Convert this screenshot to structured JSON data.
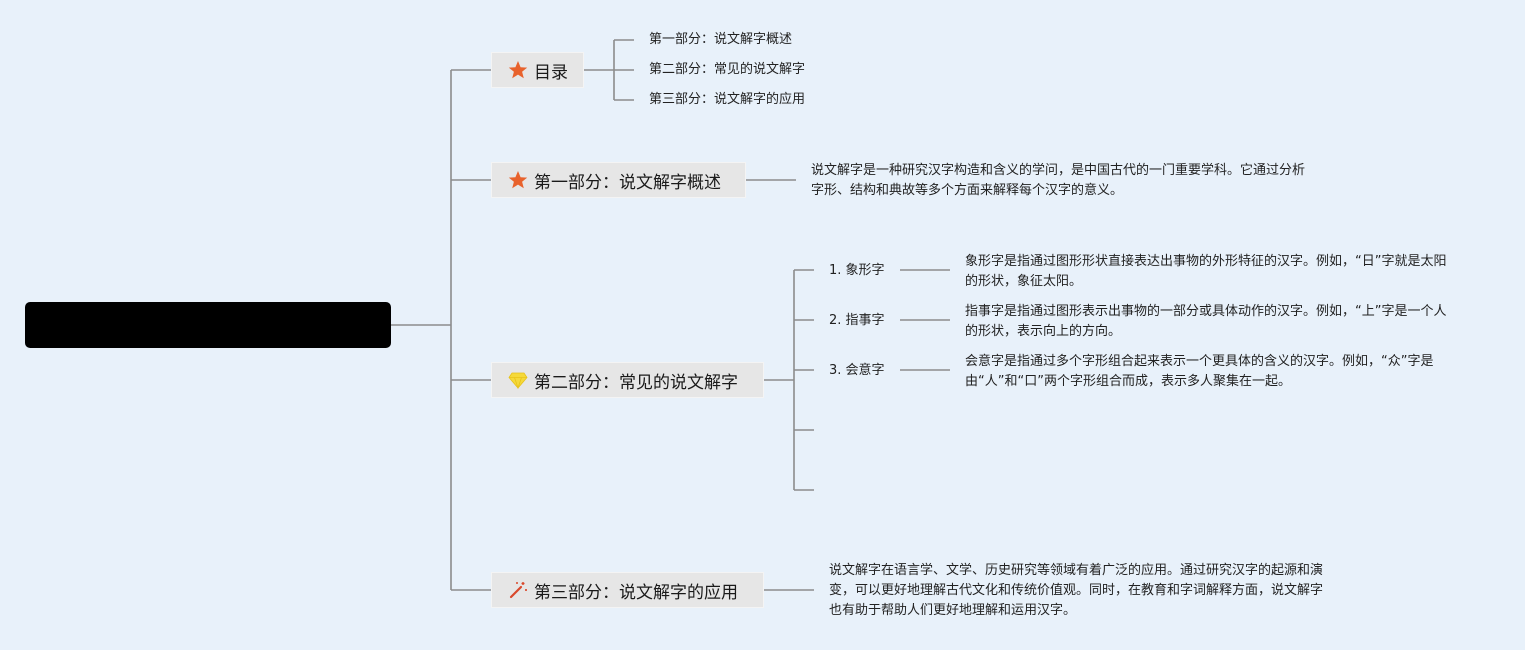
{
  "root": {
    "label": ""
  },
  "toc": {
    "label": "目录",
    "icon": "star-icon",
    "items": [
      "第一部分：说文解字概述",
      "第二部分：常见的说文解字",
      "第三部分：说文解字的应用"
    ]
  },
  "part1": {
    "label": "第一部分：说文解字概述",
    "icon": "star-icon",
    "desc": "说文解字是一种研究汉字构造和含义的学问，是中国古代的一门重要学科。它通过分析字形、结构和典故等多个方面来解释每个汉字的意义。"
  },
  "part2": {
    "label": "第二部分：常见的说文解字",
    "icon": "diamond-icon",
    "items": [
      {
        "label": "1. 象形字",
        "desc": "象形字是指通过图形形状直接表达出事物的外形特征的汉字。例如，“日”字就是太阳的形状，象征太阳。"
      },
      {
        "label": "2. 指事字",
        "desc": "指事字是指通过图形表示出事物的一部分或具体动作的汉字。例如，“上”字是一个人的形状，表示向上的方向。"
      },
      {
        "label": "3. 会意字",
        "desc": "会意字是指通过多个字形组合起来表示一个更具体的含义的汉字。例如，“众”字是由“人”和“口”两个字形组合而成，表示多人聚集在一起。"
      }
    ]
  },
  "part3": {
    "label": "第三部分：说文解字的应用",
    "icon": "magic-wand-icon",
    "desc": "说文解字在语言学、文学、历史研究等领域有着广泛的应用。通过研究汉字的起源和演变，可以更好地理解古代文化和传统价值观。同时，在教育和字词解释方面，说文解字也有助于帮助人们更好地理解和运用汉字。"
  },
  "colors": {
    "background": "#e8f1fa",
    "node_bg": "#e6e6e6",
    "line": "#8c8c8c",
    "star": "#e8622c",
    "diamond": "#f5d93a",
    "wand": "#d9482b"
  }
}
